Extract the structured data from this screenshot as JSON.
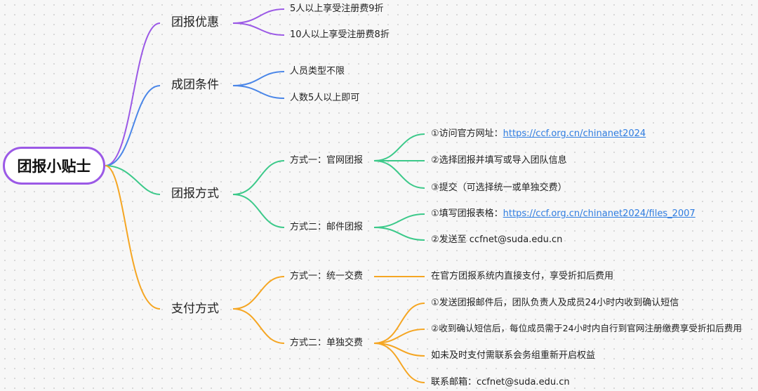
{
  "root": "团报小贴士",
  "colors": {
    "purple": "#9b59e6",
    "blue": "#4a86e8",
    "green": "#3cc98a",
    "orange": "#f5a623",
    "link": "#2f7de1"
  },
  "branches": [
    {
      "label": "团报优惠",
      "color": "purple",
      "items": [
        "5人以上享受注册费9折",
        "10人以上享受注册费8折"
      ]
    },
    {
      "label": "成团条件",
      "color": "blue",
      "items": [
        "人员类型不限",
        "人数5人以上即可"
      ]
    },
    {
      "label": "团报方式",
      "color": "green",
      "methods": [
        {
          "label": "方式一：官网团报",
          "items": [
            {
              "prefix": "①访问官方网址：",
              "link": "https://ccf.org.cn/chinanet2024"
            },
            {
              "text": "②选择团报并填写或导入团队信息"
            },
            {
              "text": "③提交（可选择统一或单独交费）"
            }
          ]
        },
        {
          "label": "方式二：邮件团报",
          "items": [
            {
              "prefix": "①填写团报表格：",
              "link": "https://ccf.org.cn/chinanet2024/files_2007"
            },
            {
              "text": "②发送至 ccfnet@suda.edu.cn"
            }
          ]
        }
      ]
    },
    {
      "label": "支付方式",
      "color": "orange",
      "methods": [
        {
          "label": "方式一：统一交费",
          "items": [
            {
              "text": "在官方团报系统内直接支付，享受折扣后费用"
            }
          ]
        },
        {
          "label": "方式二：单独交费",
          "items": [
            {
              "text": "①发送团报邮件后，团队负责人及成员24小时内收到确认短信"
            },
            {
              "text": "②收到确认短信后，每位成员需于24小时内自行到官网注册缴费享受折扣后费用"
            },
            {
              "text": "如未及时支付需联系会务组重新开启权益"
            },
            {
              "text": "联系邮箱：ccfnet@suda.edu.cn"
            }
          ]
        }
      ]
    }
  ]
}
